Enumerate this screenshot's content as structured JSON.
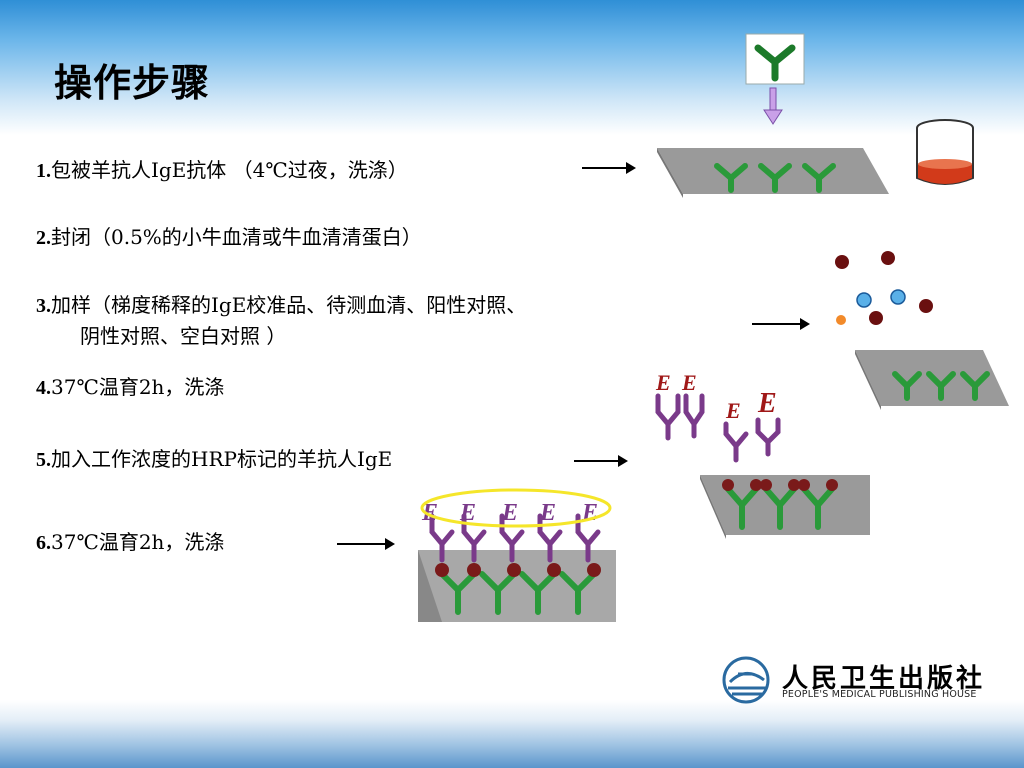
{
  "title": "操作步骤",
  "steps": [
    {
      "num": "1.",
      "text": "包被羊抗人IgE抗体 （4℃过夜，洗涤）"
    },
    {
      "num": "2.",
      "text": "封闭（0.5%的小牛血清或牛血清清蛋白）"
    },
    {
      "num": "3.",
      "text": "加样（梯度稀释的IgE校准品、待测血清、阳性对照、",
      "text2": "阴性对照、空白对照 ）"
    },
    {
      "num": "4.",
      "text": "37℃温育2h，洗涤"
    },
    {
      "num": "5.",
      "text": "加入工作浓度的HRP标记的羊抗人IgE"
    },
    {
      "num": "6.",
      "text": "37℃温育2h，洗涤"
    }
  ],
  "enzyme_label": "E",
  "logo": {
    "name_cn": "人民卫生出版社",
    "name_en": "PEOPLE'S MEDICAL PUBLISHING HOUSE"
  },
  "colors": {
    "antibody": "#2a9a3a",
    "enzyme_antibody": "#7a3a8a",
    "antigen": "#7a1a1a",
    "serum": "#d23a1a",
    "marker": "#f5e62a"
  }
}
